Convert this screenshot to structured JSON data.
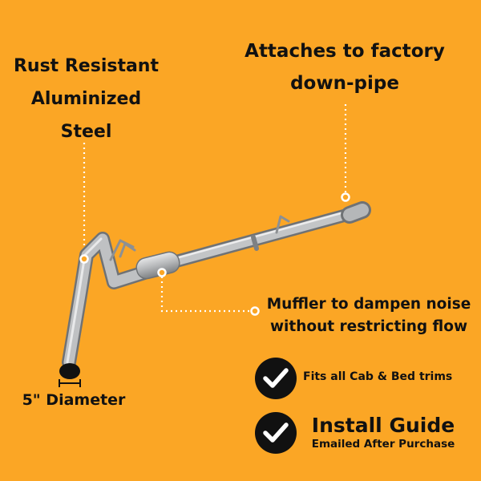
{
  "callouts": {
    "rust_lines": [
      "Rust Resistant",
      "Aluminized",
      "Steel"
    ],
    "attach_lines": [
      "Attaches to factory",
      "down-pipe"
    ],
    "muffler_lines": [
      "Muffler to dampen noise",
      "without restricting flow"
    ],
    "diameter": "5\" Diameter"
  },
  "features": {
    "fits": "Fits all Cab & Bed trims",
    "guide_title": "Install Guide",
    "guide_subtitle": "Emailed After Purchase"
  },
  "icons": {
    "check": "check-icon",
    "colors": {
      "background": "#FBA625",
      "pipe": "#B9BBBD",
      "text": "#111111"
    }
  }
}
